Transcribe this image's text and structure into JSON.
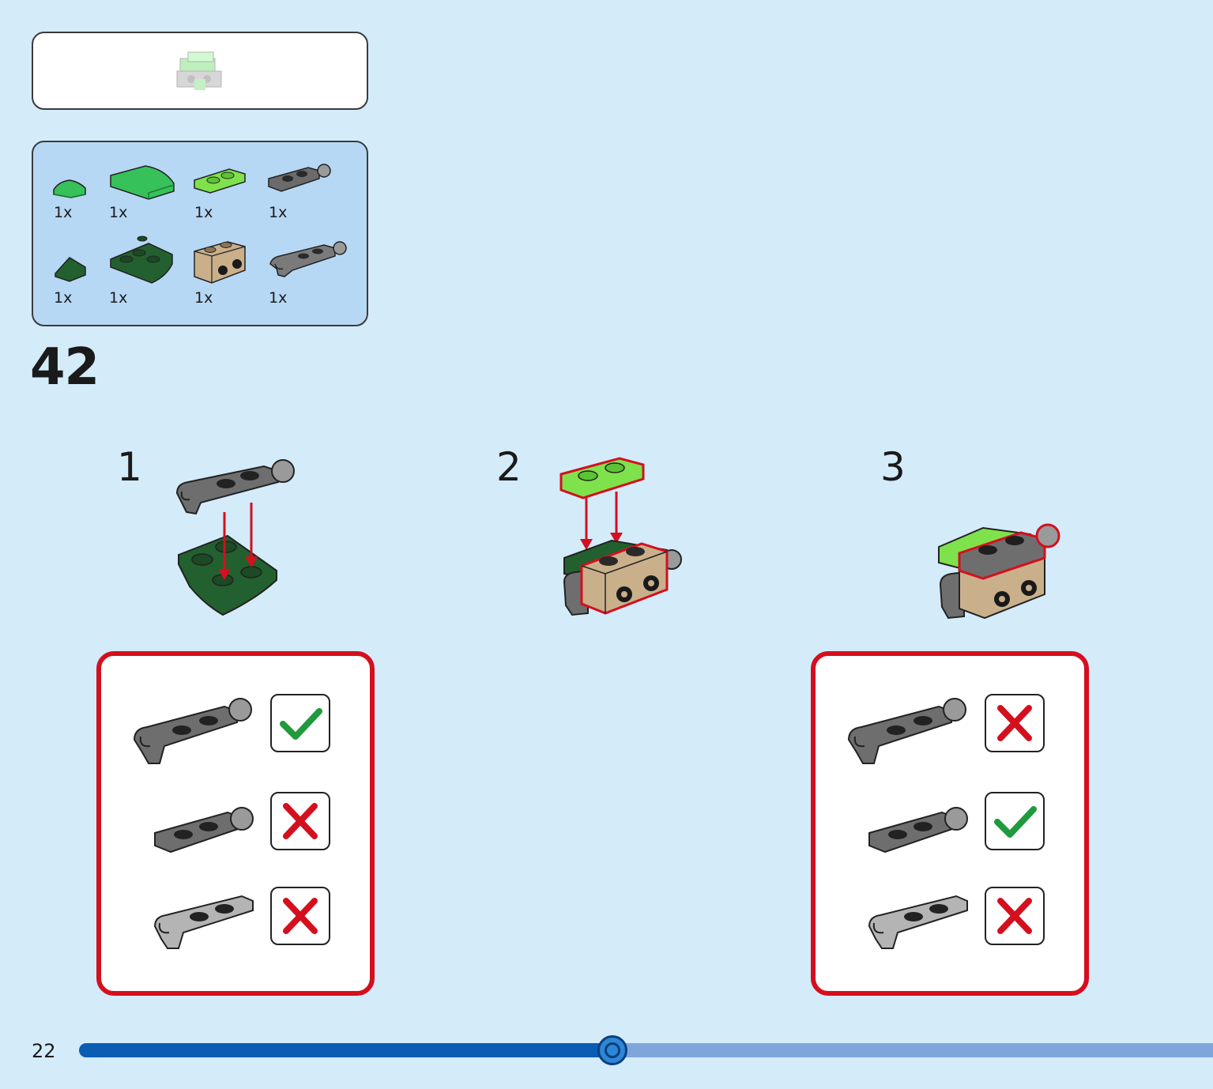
{
  "parts_list": {
    "quantities": [
      "1x",
      "1x",
      "1x",
      "1x",
      "1x",
      "1x",
      "1x",
      "1x"
    ],
    "icons": [
      "green-curved-slope-1x1-icon",
      "green-curved-slope-2x2-icon",
      "lime-plate-1x2-icon",
      "dark-grey-plate-ball-icon",
      "dark-green-slope-icon",
      "dark-green-inverted-curve-icon",
      "tan-bracket-icon",
      "grey-plate-clip-ball-icon"
    ]
  },
  "step": {
    "number": "42",
    "substeps": [
      "1",
      "2",
      "3"
    ]
  },
  "check_panels": {
    "left": [
      "correct",
      "wrong",
      "wrong"
    ],
    "right": [
      "wrong",
      "correct",
      "wrong"
    ]
  },
  "footer": {
    "page_number": "22",
    "progress": 0.5
  },
  "colors": {
    "background": "#d4ebfa",
    "parts_bg": "#b6d8f5",
    "highlight_red": "#d40f1e",
    "progress_blue": "#0a5db3",
    "check_green": "#1f9a3d"
  }
}
